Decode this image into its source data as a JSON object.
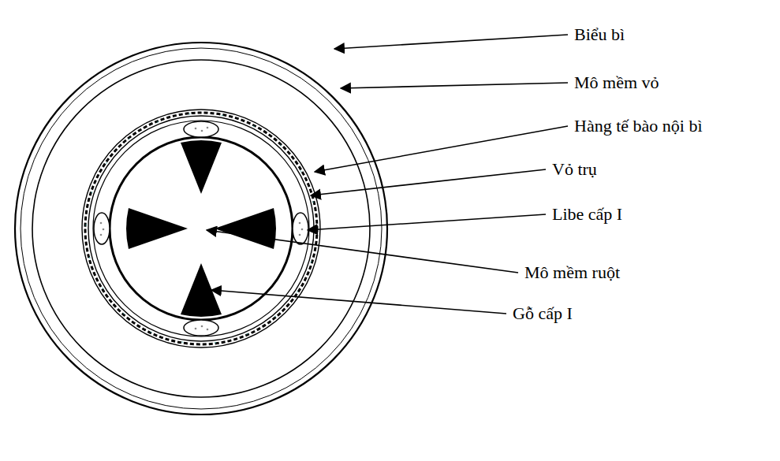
{
  "diagram": {
    "labels": [
      "Biểu bì",
      "Mô mềm vỏ",
      "Hàng tế bào nội bì",
      "Vỏ trụ",
      "Libe cấp I",
      "Mô mềm ruột",
      "Gỗ cấp I"
    ]
  }
}
